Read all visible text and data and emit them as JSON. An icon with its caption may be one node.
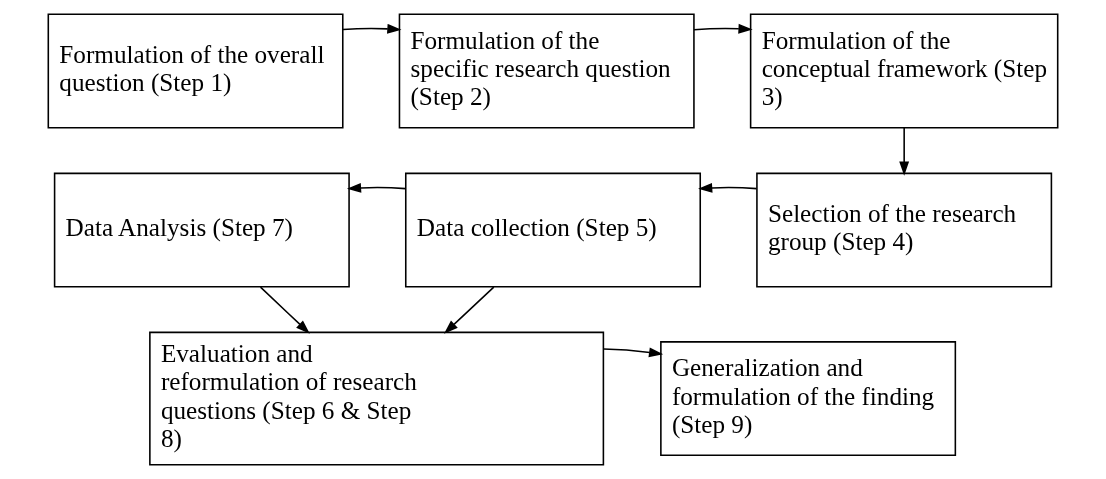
{
  "diagram": {
    "nodes": [
      {
        "text": [
          "Formulation of the overall question (Step 1)"
        ]
      },
      {
        "text": [
          "Formulation of the specific research question (Step 2)"
        ]
      },
      {
        "text": [
          "Formulation of the conceptual framework (Step 3)"
        ]
      },
      {
        "text": [
          "Data Analysis (Step 7)"
        ]
      },
      {
        "text": [
          "Data collection (Step 5)"
        ]
      },
      {
        "text": [
          "Selection of the research group (Step 4)"
        ]
      },
      {
        "text": [
          "Evaluation and reformulation of research questions (Step 6 & Step 8)"
        ]
      },
      {
        "text": [
          "Generalization and formulation of the finding (Step 9)"
        ]
      }
    ],
    "edges": [
      {
        "from": 0,
        "to": 1,
        "arrow": "to"
      },
      {
        "from": 1,
        "to": 2,
        "arrow": "to"
      },
      {
        "from": 2,
        "to": 5,
        "arrow": "to"
      },
      {
        "from": 5,
        "to": 4,
        "arrow": "to"
      },
      {
        "from": 4,
        "to": 3,
        "arrow": "to"
      },
      {
        "from": 3,
        "to": 6,
        "arrow": "to"
      },
      {
        "from": 4,
        "to": 6,
        "arrow": "to"
      },
      {
        "from": 6,
        "to": 7,
        "arrow": "to"
      }
    ]
  }
}
